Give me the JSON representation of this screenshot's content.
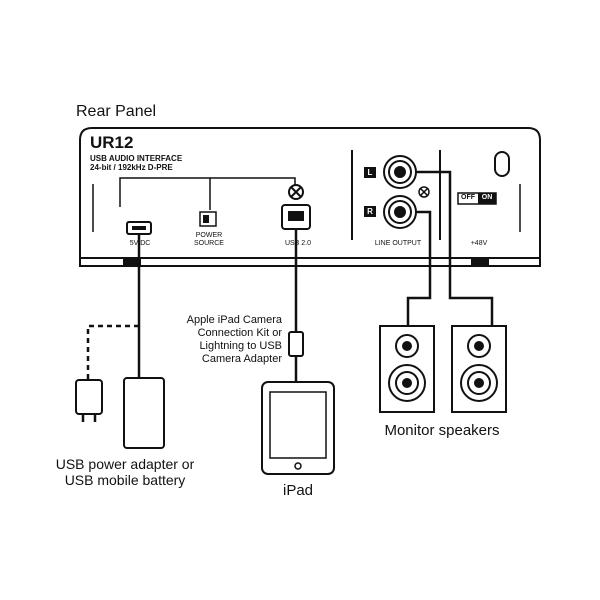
{
  "title": "Rear Panel",
  "device": {
    "model": "UR12",
    "subtitle_line1": "USB AUDIO INTERFACE",
    "subtitle_line2": "24-bit / 192kHz D-PRE",
    "ports": {
      "dc": "5V DC",
      "power_line1": "POWER",
      "power_line2": "SOURCE",
      "usb": "USB 2.0",
      "line_output": "LINE OUTPUT",
      "phantom": "+48V",
      "left": "L",
      "right": "R",
      "off": "OFF",
      "on": "ON"
    }
  },
  "labels": {
    "adapter_kit_line1": "Apple iPad Camera",
    "adapter_kit_line2": "Connection Kit or",
    "adapter_kit_line3": "Lightning to USB",
    "adapter_kit_line4": "Camera Adapter",
    "power_line1": "USB power adapter or",
    "power_line2": "USB mobile battery",
    "ipad": "iPad",
    "speakers": "Monitor speakers"
  },
  "colors": {
    "line": "#111111",
    "panel_fill": "#ffffff",
    "switch_on": "#111111"
  }
}
